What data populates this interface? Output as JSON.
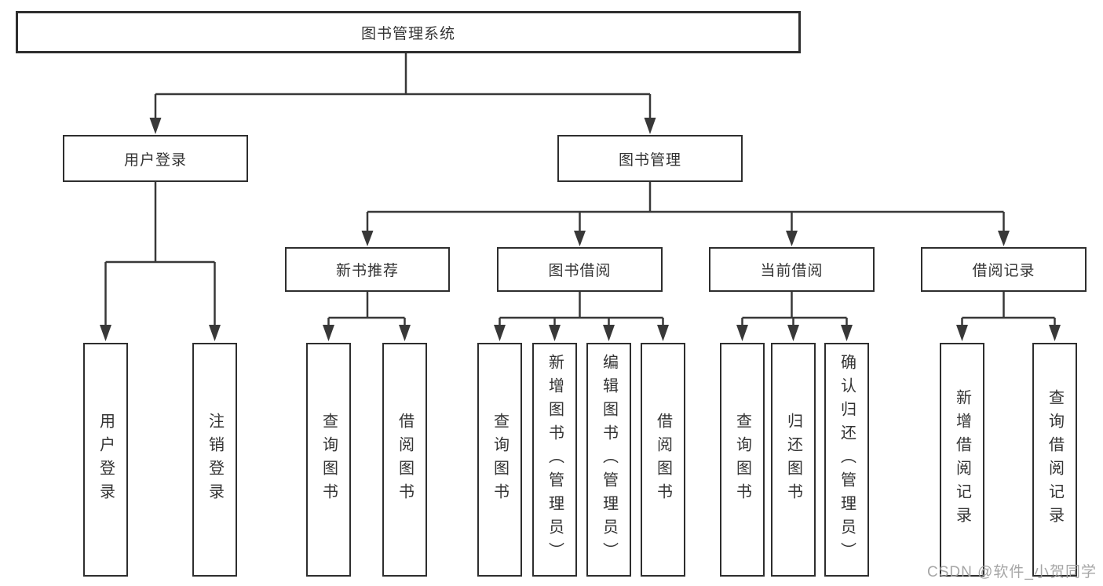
{
  "nodes": {
    "root": "图书管理系统",
    "user_login": "用户登录",
    "book_mgmt": "图书管理",
    "new_books": "新书推荐",
    "book_borrow": "图书借阅",
    "current_borrow": "当前借阅",
    "borrow_records": "借阅记录"
  },
  "leaves": {
    "user_login": [
      "用户登录",
      "注销登录"
    ],
    "new_books": [
      "查询图书",
      "借阅图书"
    ],
    "book_borrow": [
      "查询图书",
      "新增图书（管理员）",
      "编辑图书（管理员）",
      "借阅图书"
    ],
    "current_borrow": [
      "查询图书",
      "归还图书",
      "确认归还（管理员）"
    ],
    "borrow_records": [
      "新增借阅记录",
      "查询借阅记录"
    ]
  },
  "watermark": "CSDN @软件_小贺同学",
  "colors": {
    "line": "#383838",
    "border": "#2e2e2e",
    "text": "#333333",
    "watermark": "#9e9e9e",
    "background": "#ffffff"
  }
}
